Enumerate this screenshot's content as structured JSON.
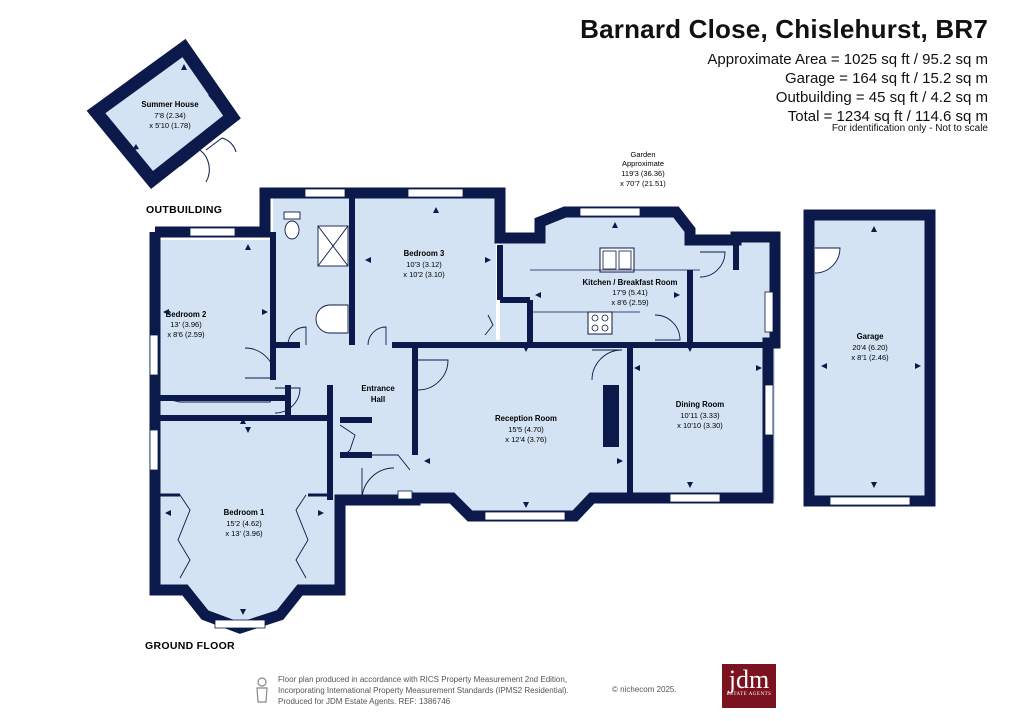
{
  "header": {
    "title": "Barnard Close, Chislehurst, BR7",
    "areas": [
      "Approximate Area = 1025  sq ft / 95.2 sq m",
      "Garage = 164 sq ft / 15.2 sq m",
      "Outbuilding = 45 sq ft / 4.2 sq m",
      "Total = 1234 sq ft / 114.6 sq m"
    ],
    "note": "For identification only - Not to scale"
  },
  "sections": {
    "outbuilding": "OUTBUILDING",
    "ground_floor": "GROUND FLOOR"
  },
  "rooms": {
    "summer_house": {
      "name": "Summer House",
      "dim1": "7'8 (2.34)",
      "dim2": "x 5'10 (1.78)"
    },
    "garden": {
      "name1": "Garden",
      "name2": "Approximate",
      "dim1": "119'3 (36.36)",
      "dim2": "x 70'7 (21.51)"
    },
    "bedroom2": {
      "name": "Bedroom 2",
      "dim1": "13' (3.96)",
      "dim2": "x 8'6 (2.59)"
    },
    "bedroom3": {
      "name": "Bedroom 3",
      "dim1": "10'3 (3.12)",
      "dim2": "x 10'2 (3.10)"
    },
    "kitchen": {
      "name": "Kitchen / Breakfast Room",
      "dim1": "17'9 (5.41)",
      "dim2": "x 8'6 (2.59)"
    },
    "garage": {
      "name": "Garage",
      "dim1": "20'4 (6.20)",
      "dim2": "x 8'1 (2.46)"
    },
    "entrance_hall": {
      "name1": "Entrance",
      "name2": "Hall"
    },
    "reception": {
      "name": "Reception Room",
      "dim1": "15'5 (4.70)",
      "dim2": "x 12'4 (3.76)"
    },
    "dining": {
      "name": "Dining Room",
      "dim1": "10'11 (3.33)",
      "dim2": "x 10'10 (3.30)"
    },
    "bedroom1": {
      "name": "Bedroom 1",
      "dim1": "15'2 (4.62)",
      "dim2": "x 13' (3.96)"
    }
  },
  "footer": {
    "line1": "Floor plan produced in accordance with RICS Property Measurement 2nd Edition,",
    "line2": "Incorporating International Property Measurement Standards (IPMS2 Residential).",
    "line3": "Produced for JDM Estate Agents.   REF:  1386746",
    "copyright": "© nichecom 2025.",
    "logo_text": "jdm",
    "logo_sub": "ESTATE AGENTS"
  },
  "colors": {
    "wall": "#0b1a4a",
    "floor": "#d3e3f3",
    "logo": "#7b1220"
  }
}
